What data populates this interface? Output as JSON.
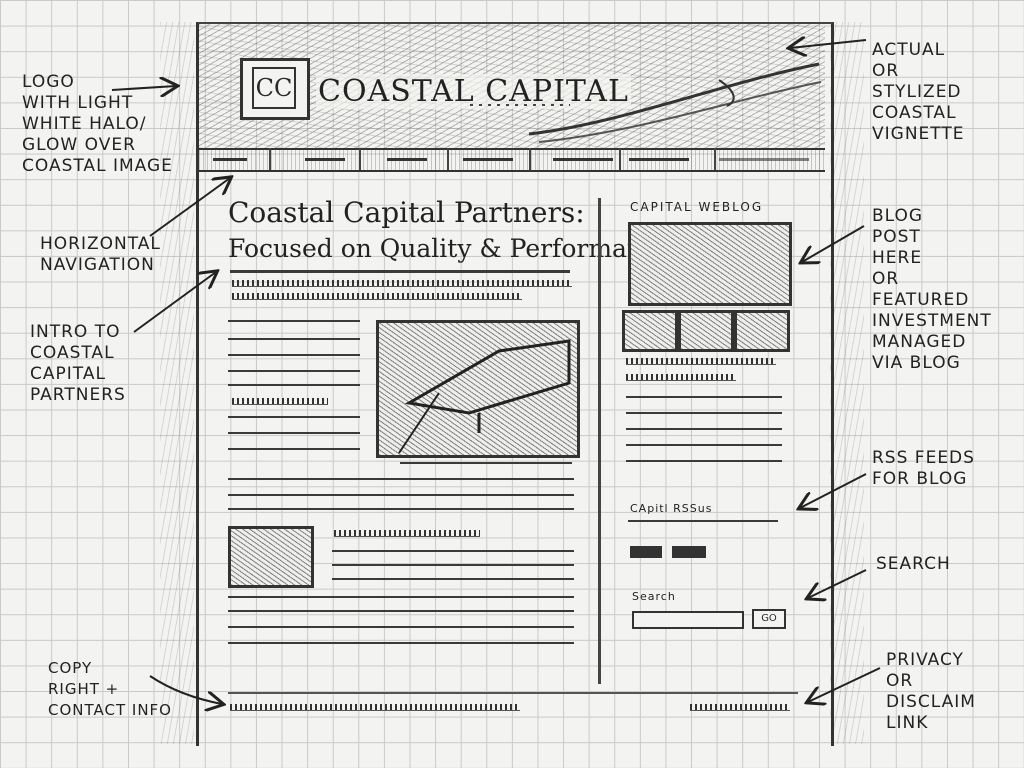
{
  "site": {
    "logo_mark": "CC",
    "brand": "COASTAL CAPITAL",
    "nav_items": [
      "",
      "",
      "",
      "",
      "",
      "",
      ""
    ],
    "headline_line1": "Coastal Capital Partners:",
    "headline_line2": "Focused on Quality & Performance",
    "blog_title": "CAPITAL WEBLOG",
    "rss_label": "CApitl RSSus",
    "search_label": "Search",
    "search_button": "GO"
  },
  "annotations": {
    "logo": "LOGO\nWITH LIGHT\nWHITE HALO/\nGLOW OVER\nCOASTAL IMAGE",
    "nav": "HORIZONTAL\nNAVIGATION",
    "intro": "INTRO TO\nCOASTAL\nCAPITAL\nPARTNERS",
    "copyright": "COPY\nRIGHT +\nCONTACT INFO",
    "vignette": "ACTUAL\nOR\nSTYLIZED\nCOASTAL\nVIGNETTE",
    "blog": "BLOG\nPOST\nHERE\nor\nFEATURED\nINVESTMENT\nMANAGED\nVIA BLOG",
    "rss": "RSS FEEDS\nFOR BLOG",
    "search": "SEARCH",
    "privacy": "PRIVACY\nOR\nDISCLAIM\nLINK"
  }
}
